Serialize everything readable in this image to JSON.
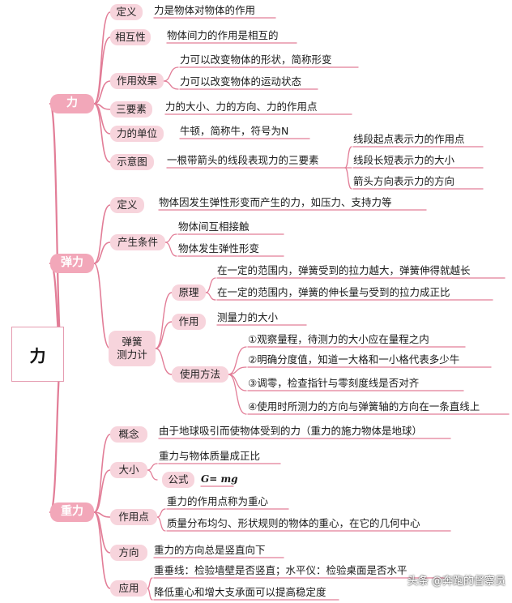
{
  "root": {
    "label": "力"
  },
  "branches": [
    {
      "key": "force",
      "label": "力",
      "items": [
        {
          "label": "定义",
          "texts": [
            "力是物体对物体的作用"
          ]
        },
        {
          "label": "相互性",
          "texts": [
            "物体间力的作用是相互的"
          ]
        },
        {
          "label": "作用效果",
          "texts": [
            "力可以改变物体的形状，简称形变",
            "力可以改变物体的运动状态"
          ]
        },
        {
          "label": "三要素",
          "texts": [
            "力的大小、力的方向、力的作用点"
          ]
        },
        {
          "label": "力的单位",
          "texts": [
            "牛顿，简称牛，符号为N"
          ]
        },
        {
          "label": "示意图",
          "texts": [
            "一根带箭头的线段表现力的三要素"
          ],
          "subtexts": [
            "线段起点表示力的作用点",
            "线段长短表示力的大小",
            "箭头方向表示力的方向"
          ]
        }
      ]
    },
    {
      "key": "elastic",
      "label": "弹力",
      "items": [
        {
          "label": "定义",
          "texts": [
            "物体因发生弹性形变而产生的力，如压力、支持力等"
          ]
        },
        {
          "label": "产生条件",
          "texts": [
            "物体间互相接触",
            "物体发生弹性形变"
          ]
        },
        {
          "label": "弹簧\n测力计",
          "subs": [
            {
              "label": "原理",
              "texts": [
                "在一定的范围内，弹簧受到的拉力越大，弹簧伸得就越长",
                "在一定的范围内，弹簧的伸长量与受到的拉力成正比"
              ]
            },
            {
              "label": "作用",
              "texts": [
                "测量力的大小"
              ]
            },
            {
              "label": "使用方法",
              "texts": [
                "①观察量程，待测力的大小应在量程之内",
                "②明确分度值，知道一大格和一小格代表多少牛",
                "③调零，检查指针与零刻度线是否对齐",
                "④使用时所测力的方向与弹簧轴的方向在一条直线上"
              ]
            }
          ]
        }
      ]
    },
    {
      "key": "gravity",
      "label": "重力",
      "items": [
        {
          "label": "概念",
          "texts": [
            "由于地球吸引而使物体受到的力（重力的施力物体是地球）"
          ]
        },
        {
          "label": "大小",
          "texts": [
            "重力与物体质量成正比"
          ],
          "formula": {
            "label": "公式",
            "expr": "G= mg"
          }
        },
        {
          "label": "作用点",
          "texts": [
            "重力的作用点称为重心",
            "质量分布均匀、形状规则的物体的重心，在它的几何中心"
          ]
        },
        {
          "label": "方向",
          "texts": [
            "重力的方向总是竖直向下"
          ]
        },
        {
          "label": "应用",
          "texts": [
            "重垂线：检验墙壁是否竖直；水平仪：检验桌面是否水平",
            "降低重心和增大支承面可以提高稳定度"
          ]
        }
      ]
    }
  ],
  "watermark": "头条 @奔跑的督察员",
  "colors": {
    "branch_fill": "#f2a7b9",
    "node_fill": "#f7d4dc",
    "line": "#e27d97"
  }
}
